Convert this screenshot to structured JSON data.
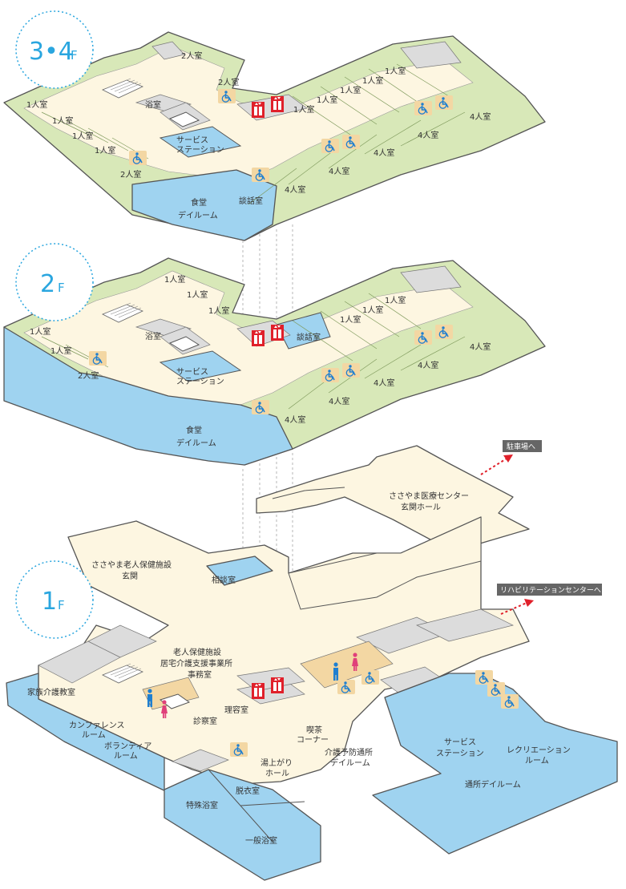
{
  "floors": {
    "f34": {
      "label_main": "3•4",
      "label_suffix": "F",
      "rooms": {
        "r1": "1人室",
        "r2": "1人室",
        "r3": "1人室",
        "r4": "1人室",
        "r2a": "2人室",
        "r2b": "2人室",
        "r2c": "2人室",
        "e1": "1人室",
        "e2": "1人室",
        "e3": "1人室",
        "e4": "1人室",
        "e5": "1人室",
        "bath": "浴室",
        "service": [
          "サービス",
          "ステーション"
        ],
        "dining": [
          "食堂",
          "デイルーム"
        ],
        "talk": "談話室",
        "q1": "4人室",
        "q2": "4人室",
        "q3": "4人室",
        "q4": "4人室",
        "q5": "4人室"
      }
    },
    "f2": {
      "label_main": "2",
      "label_suffix": "F",
      "rooms": {
        "r1": "1人室",
        "r2": "1人室",
        "r3": "1人室",
        "r4": "1人室",
        "r5": "1人室",
        "r2a": "2人室",
        "e1": "1人室",
        "e2": "1人室",
        "e3": "1人室",
        "bath": "浴室",
        "service": [
          "サービス",
          "ステーション"
        ],
        "dining": [
          "食堂",
          "デイルーム"
        ],
        "talk": "談話室",
        "q1": "4人室",
        "q2": "4人室",
        "q3": "4人室",
        "q4": "4人室",
        "q5": "4人室"
      }
    },
    "f1": {
      "label_main": "1",
      "label_suffix": "F",
      "rooms": {
        "entrance": [
          "ささやま老人保健施設",
          "玄関"
        ],
        "consult": "相談室",
        "office": [
          "老人保健施設",
          "居宅介護支援事業所",
          "事務室"
        ],
        "family": "家族介護教室",
        "conference": [
          "カンファレンス",
          "ルーム"
        ],
        "volunteer": [
          "ボランティア",
          "ルーム"
        ],
        "exam": "診察室",
        "barber": "理容室",
        "special_bath": "特殊浴室",
        "dressing": "脱衣室",
        "general_bath": "一般浴室",
        "yuagari": [
          "湯上がり",
          "ホール"
        ],
        "tea": [
          "喫茶",
          "コーナー"
        ],
        "prevention": [
          "介護予防通所",
          "デイルーム"
        ],
        "service": [
          "サービス",
          "ステーション"
        ],
        "recreation": [
          "レクリエーション",
          "ルーム"
        ],
        "day_room": "通所デイルーム",
        "medical_hall": [
          "ささやま医療センター",
          "玄関ホール"
        ]
      }
    }
  },
  "signs": {
    "parking": "駐車場へ",
    "rehab": "リハビリテーションセンターへ"
  },
  "colors": {
    "accent": "#2aa6df",
    "room_green": "#d8e8b8",
    "corridor": "#fdf6e1",
    "common_blue": "#9fd3f0",
    "arrow_red": "#e0202a",
    "elevator_red": "#e0202a",
    "male_blue": "#1f7fd0",
    "female_pink": "#e0407a"
  },
  "icons": [
    "wheelchair-icon",
    "elevator-icon",
    "male-restroom-icon",
    "female-restroom-icon",
    "direction-arrow-icon"
  ]
}
